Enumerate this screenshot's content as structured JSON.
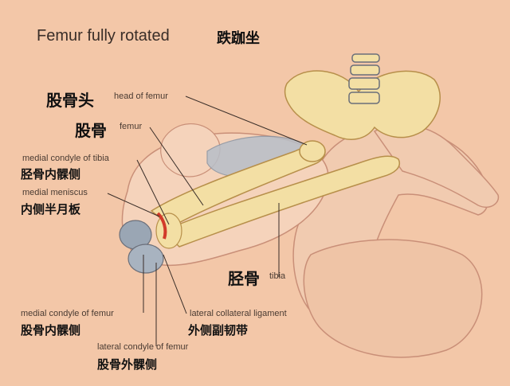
{
  "title": {
    "en": "Femur fully rotated",
    "zh": "跌跏坐"
  },
  "labels": {
    "head_of_femur": {
      "zh": "股骨头",
      "en": "head of femur"
    },
    "femur": {
      "zh": "股骨",
      "en": "femur"
    },
    "medial_condyle_tibia": {
      "en": "medial condyle of tibia",
      "zh": "胫骨内髁侧"
    },
    "medial_meniscus": {
      "en": "medial meniscus",
      "zh": "内侧半月板"
    },
    "tibia": {
      "zh": "胫骨",
      "en": "tibia"
    },
    "medial_condyle_femur": {
      "en": "medial condyle of femur",
      "zh": "股骨内髁侧"
    },
    "lateral_collateral_ligament": {
      "en": "lateral collateral ligament",
      "zh": "外侧副韧带"
    },
    "lateral_condyle_femur": {
      "en": "lateral condyle of femur",
      "zh": "股骨外髁侧"
    }
  },
  "colors": {
    "background": "#f3c7a8",
    "skin": "#f1cbb0",
    "skin_outline": "#c98f78",
    "bone": "#f3dfa4",
    "bone_shadow": "#d9b86a",
    "cartilage": "#9aa6b4",
    "leader_line": "#3a2e28"
  }
}
